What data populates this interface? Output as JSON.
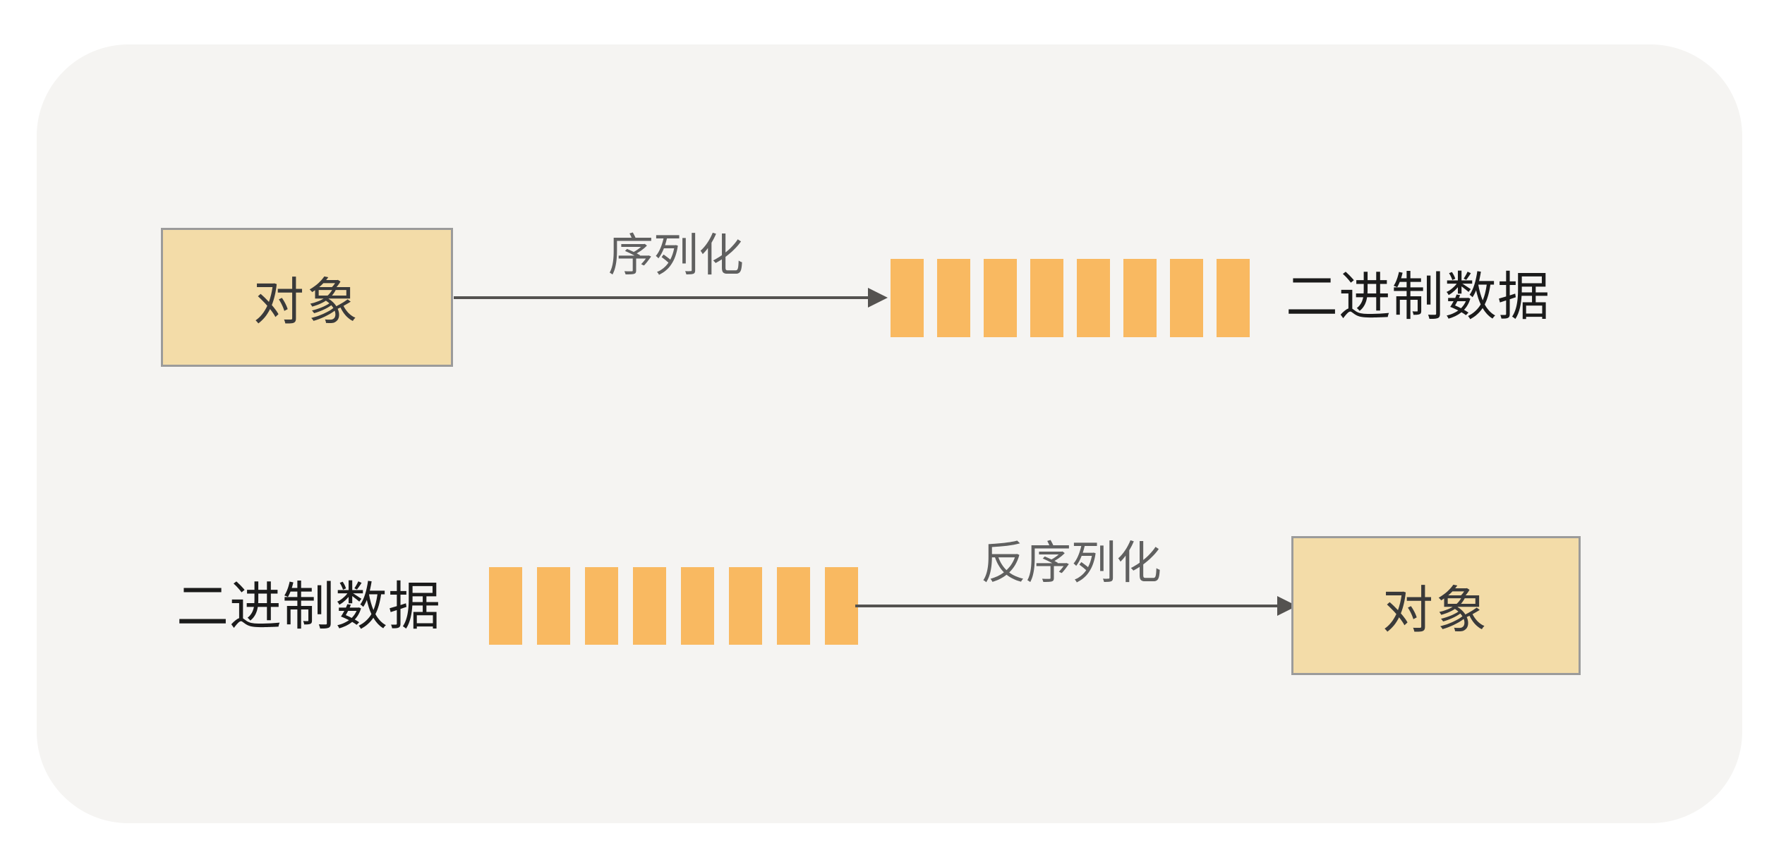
{
  "colors": {
    "page_bg": "#ffffff",
    "panel_bg": "#f5f4f2",
    "box_fill": "#f3dca8",
    "box_border": "#9b9b9b",
    "bar": "#f9b961",
    "arrow": "#545250",
    "flow_label": "#606060",
    "binary_text": "#1b1b1b",
    "object_text": "#3a3a3a"
  },
  "flows": {
    "serialize": {
      "source": "对象",
      "arrow_label": "序列化",
      "target": "二进制数据",
      "bar_count": 8
    },
    "deserialize": {
      "source": "二进制数据",
      "arrow_label": "反序列化",
      "target": "对象",
      "bar_count": 8
    }
  }
}
